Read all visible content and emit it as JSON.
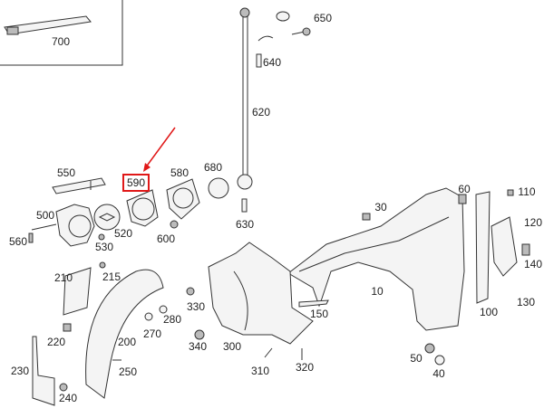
{
  "diagram": {
    "title": "Front fender / wheel housing parts diagram",
    "highlight_color": "#e01818",
    "highlighted_part": "590",
    "labels": {
      "p700": "700",
      "p650": "650",
      "p640": "640",
      "p620": "620",
      "p550": "550",
      "p590": "590",
      "p580": "580",
      "p680": "680",
      "p500": "500",
      "p560": "560",
      "p530": "530",
      "p520": "520",
      "p600": "600",
      "p630": "630",
      "p30": "30",
      "p60": "60",
      "p110": "110",
      "p120": "120",
      "p140": "140",
      "p130": "130",
      "p100": "100",
      "p10": "10",
      "p150": "150",
      "p210": "210",
      "p215": "215",
      "p220": "220",
      "p200": "200",
      "p270": "270",
      "p280": "280",
      "p330": "330",
      "p340": "340",
      "p300": "300",
      "p310": "310",
      "p320": "320",
      "p50": "50",
      "p40": "40",
      "p230": "230",
      "p240": "240",
      "p250": "250"
    }
  }
}
